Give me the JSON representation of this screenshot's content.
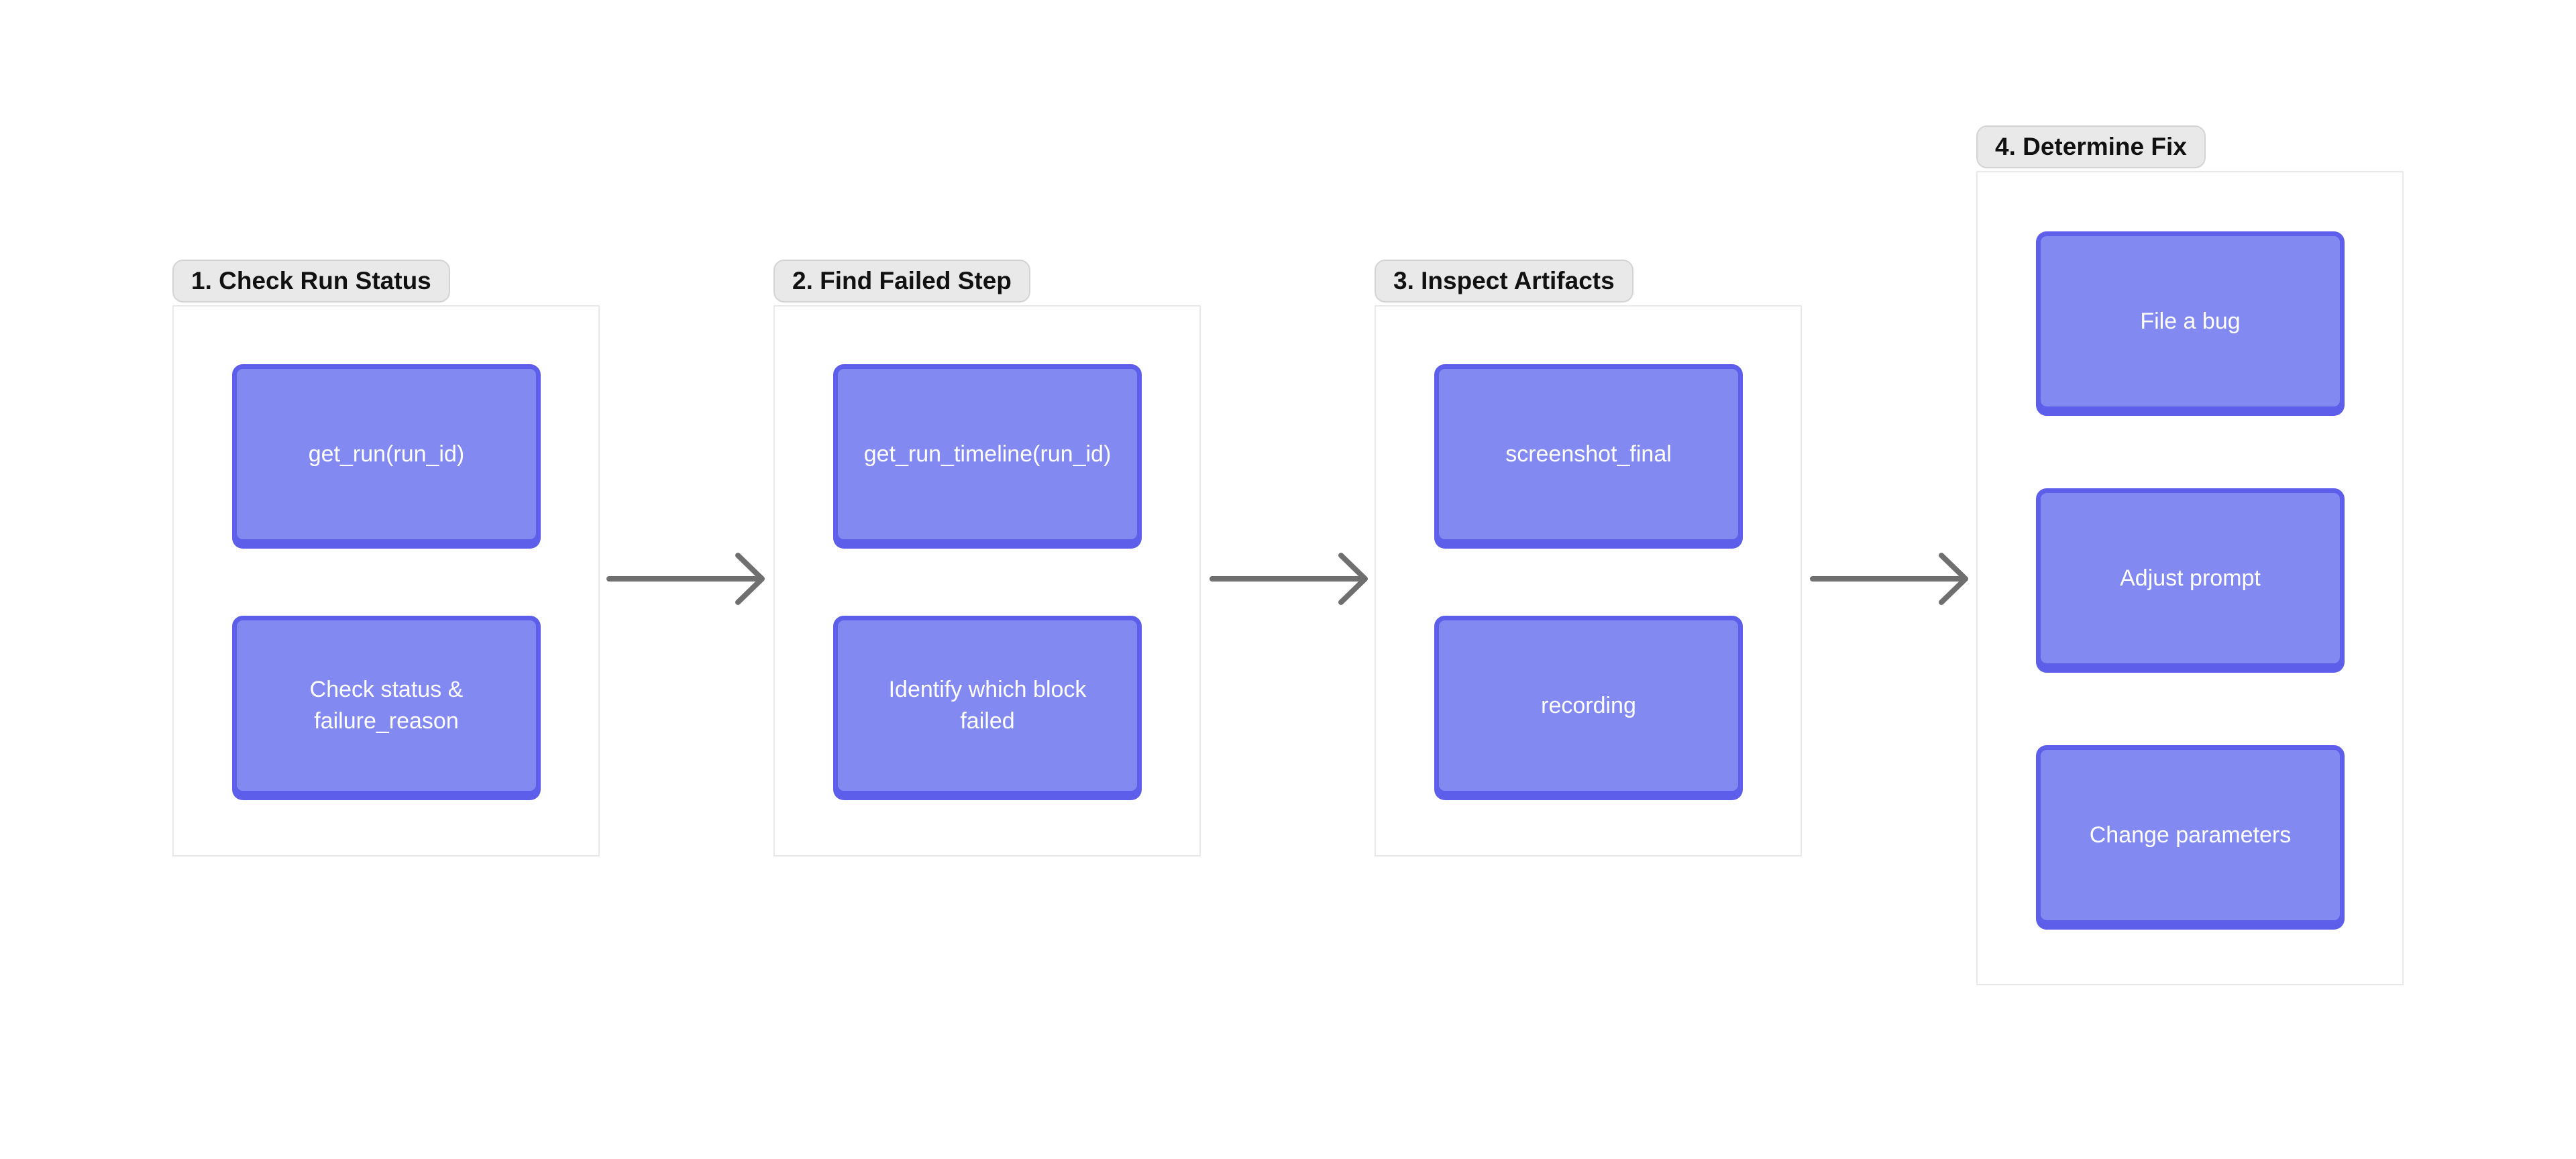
{
  "diagram": {
    "groups": [
      {
        "label": "1. Check Run Status",
        "nodes": [
          {
            "label": "get_run(run_id)"
          },
          {
            "label": "Check status &\nfailure_reason"
          }
        ]
      },
      {
        "label": "2. Find Failed Step",
        "nodes": [
          {
            "label": "get_run_timeline(run_id)"
          },
          {
            "label": "Identify which block\nfailed"
          }
        ]
      },
      {
        "label": "3. Inspect Artifacts",
        "nodes": [
          {
            "label": "screenshot_final"
          },
          {
            "label": "recording"
          }
        ]
      },
      {
        "label": "4. Determine Fix",
        "nodes": [
          {
            "label": "File a bug"
          },
          {
            "label": "Adjust prompt"
          },
          {
            "label": "Change parameters"
          }
        ]
      }
    ],
    "arrows": [
      {
        "from": 0,
        "to": 1,
        "direction": "right"
      },
      {
        "from": 1,
        "to": 2,
        "direction": "right"
      },
      {
        "from": 2,
        "to": 3,
        "direction": "right"
      }
    ],
    "colors": {
      "canvas_bg": "#FFFFFF",
      "panel_border": "#E9E9E9",
      "badge_bg": "#E9E9E9",
      "badge_border": "#D4D4D4",
      "badge_text": "#111111",
      "node_fill": "#8289F0",
      "node_border": "#5D5EEA",
      "node_text": "#FFFFFF",
      "arrow": "#6F6F6F"
    }
  }
}
